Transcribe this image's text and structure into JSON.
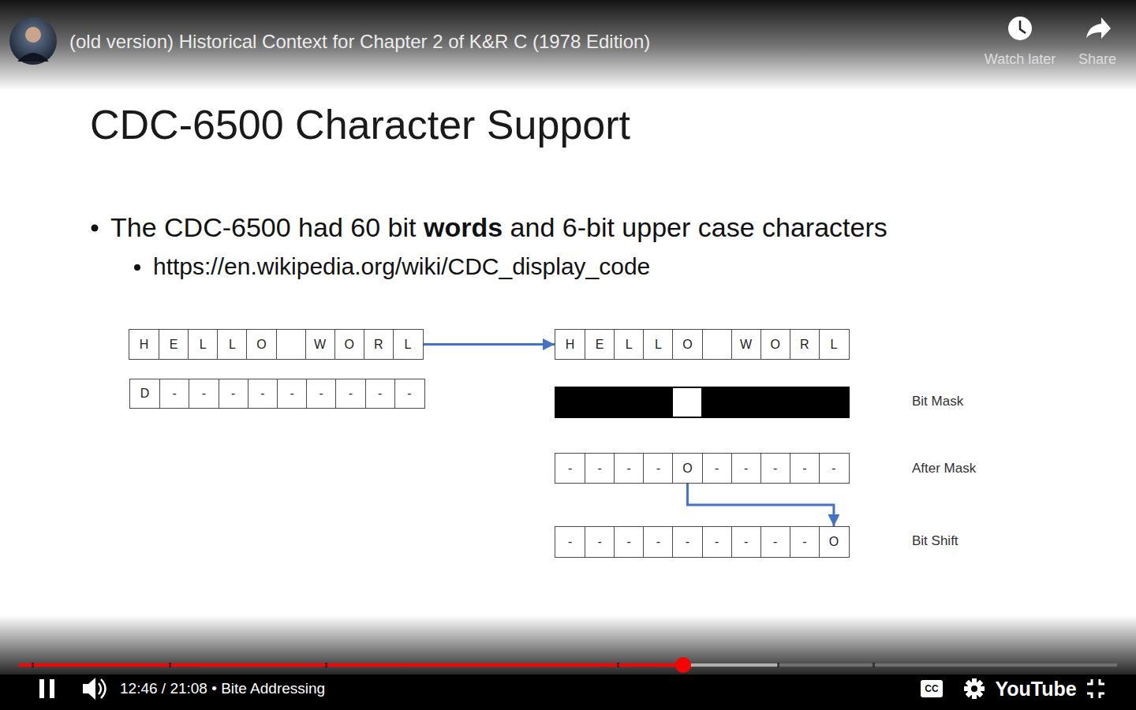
{
  "diagram": {
    "title": "CDC-6500 Character Support",
    "nodes": [
      {
        "text": [
          "H",
          "E",
          "L",
          "L",
          "O",
          "W",
          "O",
          "R",
          "L"
        ]
      },
      {
        "text": [
          "D",
          "-",
          "-",
          "-",
          "-",
          "-",
          "-",
          "-",
          "-",
          "-"
        ]
      },
      {
        "text": [
          "H",
          "E",
          "L",
          "L",
          "O",
          "W",
          "O",
          "R",
          "L"
        ]
      },
      {
        "text": [
          "-",
          "-",
          "-",
          "-",
          "O",
          "-",
          "-",
          "-",
          "-",
          "-"
        ]
      },
      {
        "text": [
          "-",
          "-",
          "-",
          "-",
          "-",
          "-",
          "-",
          "-",
          "-",
          "O"
        ]
      }
    ],
    "edges": [
      {
        "from": 0,
        "to": 2,
        "arrow": "to"
      },
      {
        "from": 3,
        "to": 4,
        "arrow": "to"
      }
    ],
    "labels": [
      "(old version) Historical Context for Chapter 2 of K&R C (1978 Edition)",
      "Watch later",
      "Share",
      "The CDC-6500 had 60 bit",
      "words",
      "and 6-bit upper case characters",
      "https://en.wikipedia.org/wiki/CDC_display_code",
      "Bit Mask",
      "After Mask",
      "Bit Shift",
      "12:46 / 21:08 • Bite Addressing",
      "CC",
      "YouTube"
    ]
  }
}
